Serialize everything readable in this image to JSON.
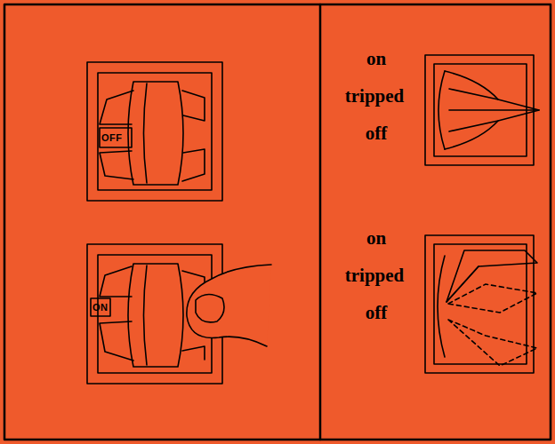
{
  "diagram": {
    "labels": [
      "OFF",
      "ON",
      "on",
      "tripped",
      "off",
      "on",
      "tripped",
      "off"
    ]
  }
}
